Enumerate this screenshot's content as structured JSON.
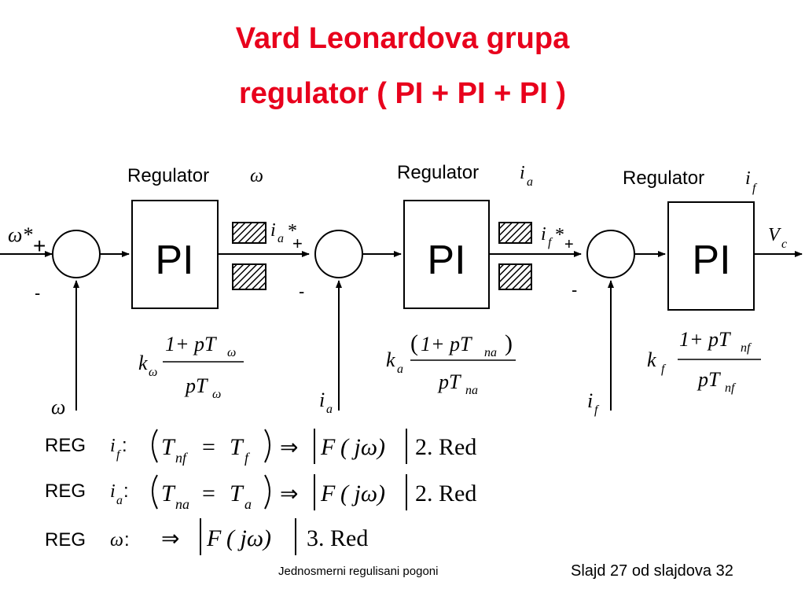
{
  "slide": {
    "title_line1": "Vard Leonardova grupa",
    "title_line2": "regulator ( PI + PI + PI )"
  },
  "regulators": [
    {
      "label": "Regulator",
      "symbol": "ω",
      "sub": "",
      "block": "PI",
      "tf_gain": "k",
      "tf_gain_sub": "ω",
      "tf_num_lparen": "",
      "tf_num": "1+ pT",
      "tf_num_sub": "ω",
      "tf_num_rparen": "",
      "tf_den": "pT",
      "tf_den_sub": "ω"
    },
    {
      "label": "Regulator",
      "symbol": "i",
      "sub": "a",
      "block": "PI",
      "tf_gain": "k",
      "tf_gain_sub": "a",
      "tf_num_lparen": "(",
      "tf_num": "1+ pT",
      "tf_num_sub": "na",
      "tf_num_rparen": ")",
      "tf_den": "pT",
      "tf_den_sub": "na"
    },
    {
      "label": "Regulator",
      "symbol": "i",
      "sub": "f",
      "block": "PI",
      "tf_gain": "k",
      "tf_gain_sub": "f",
      "tf_num_lparen": "",
      "tf_num": "1+ pT",
      "tf_num_sub": "nf",
      "tf_num_rparen": "",
      "tf_den": "pT",
      "tf_den_sub": "nf"
    }
  ],
  "signals": {
    "omega_ref": "ω*",
    "ia_ref": "i",
    "ia_ref_sub": "a",
    "ia_ref_star": "*",
    "if_ref": "i",
    "if_ref_sub": "f",
    "if_ref_star": "*",
    "vc": "V",
    "vc_sub": "c",
    "plus": "+",
    "minus": "-",
    "fb_omega": "ω",
    "fb_ia": "i",
    "fb_ia_sub": "a",
    "fb_if": "i",
    "fb_if_sub": "f"
  },
  "equations": [
    {
      "reg": "REG",
      "var": "i",
      "var_sub": "f",
      "colon": ":",
      "cond_lhs": "T",
      "cond_lhs_sub": "nf",
      "eq": "=",
      "cond_rhs": "T",
      "cond_rhs_sub": "f",
      "implies": "⇒",
      "F": "F",
      "arg": "( jω)",
      "order": "2. Red"
    },
    {
      "reg": "REG",
      "var": "i",
      "var_sub": "a",
      "colon": ":",
      "cond_lhs": "T",
      "cond_lhs_sub": "na",
      "eq": "=",
      "cond_rhs": "T",
      "cond_rhs_sub": "a",
      "implies": "⇒",
      "F": "F",
      "arg": "( jω)",
      "order": "2. Red"
    },
    {
      "reg": "REG",
      "var": "ω",
      "var_sub": "",
      "colon": ":",
      "implies": "⇒",
      "F": "F",
      "arg": "( jω)",
      "order": "3. Red"
    }
  ],
  "footer": {
    "center": "Jednosmerni regulisani pogoni",
    "right": "Slajd 27 od slajdova 32"
  }
}
